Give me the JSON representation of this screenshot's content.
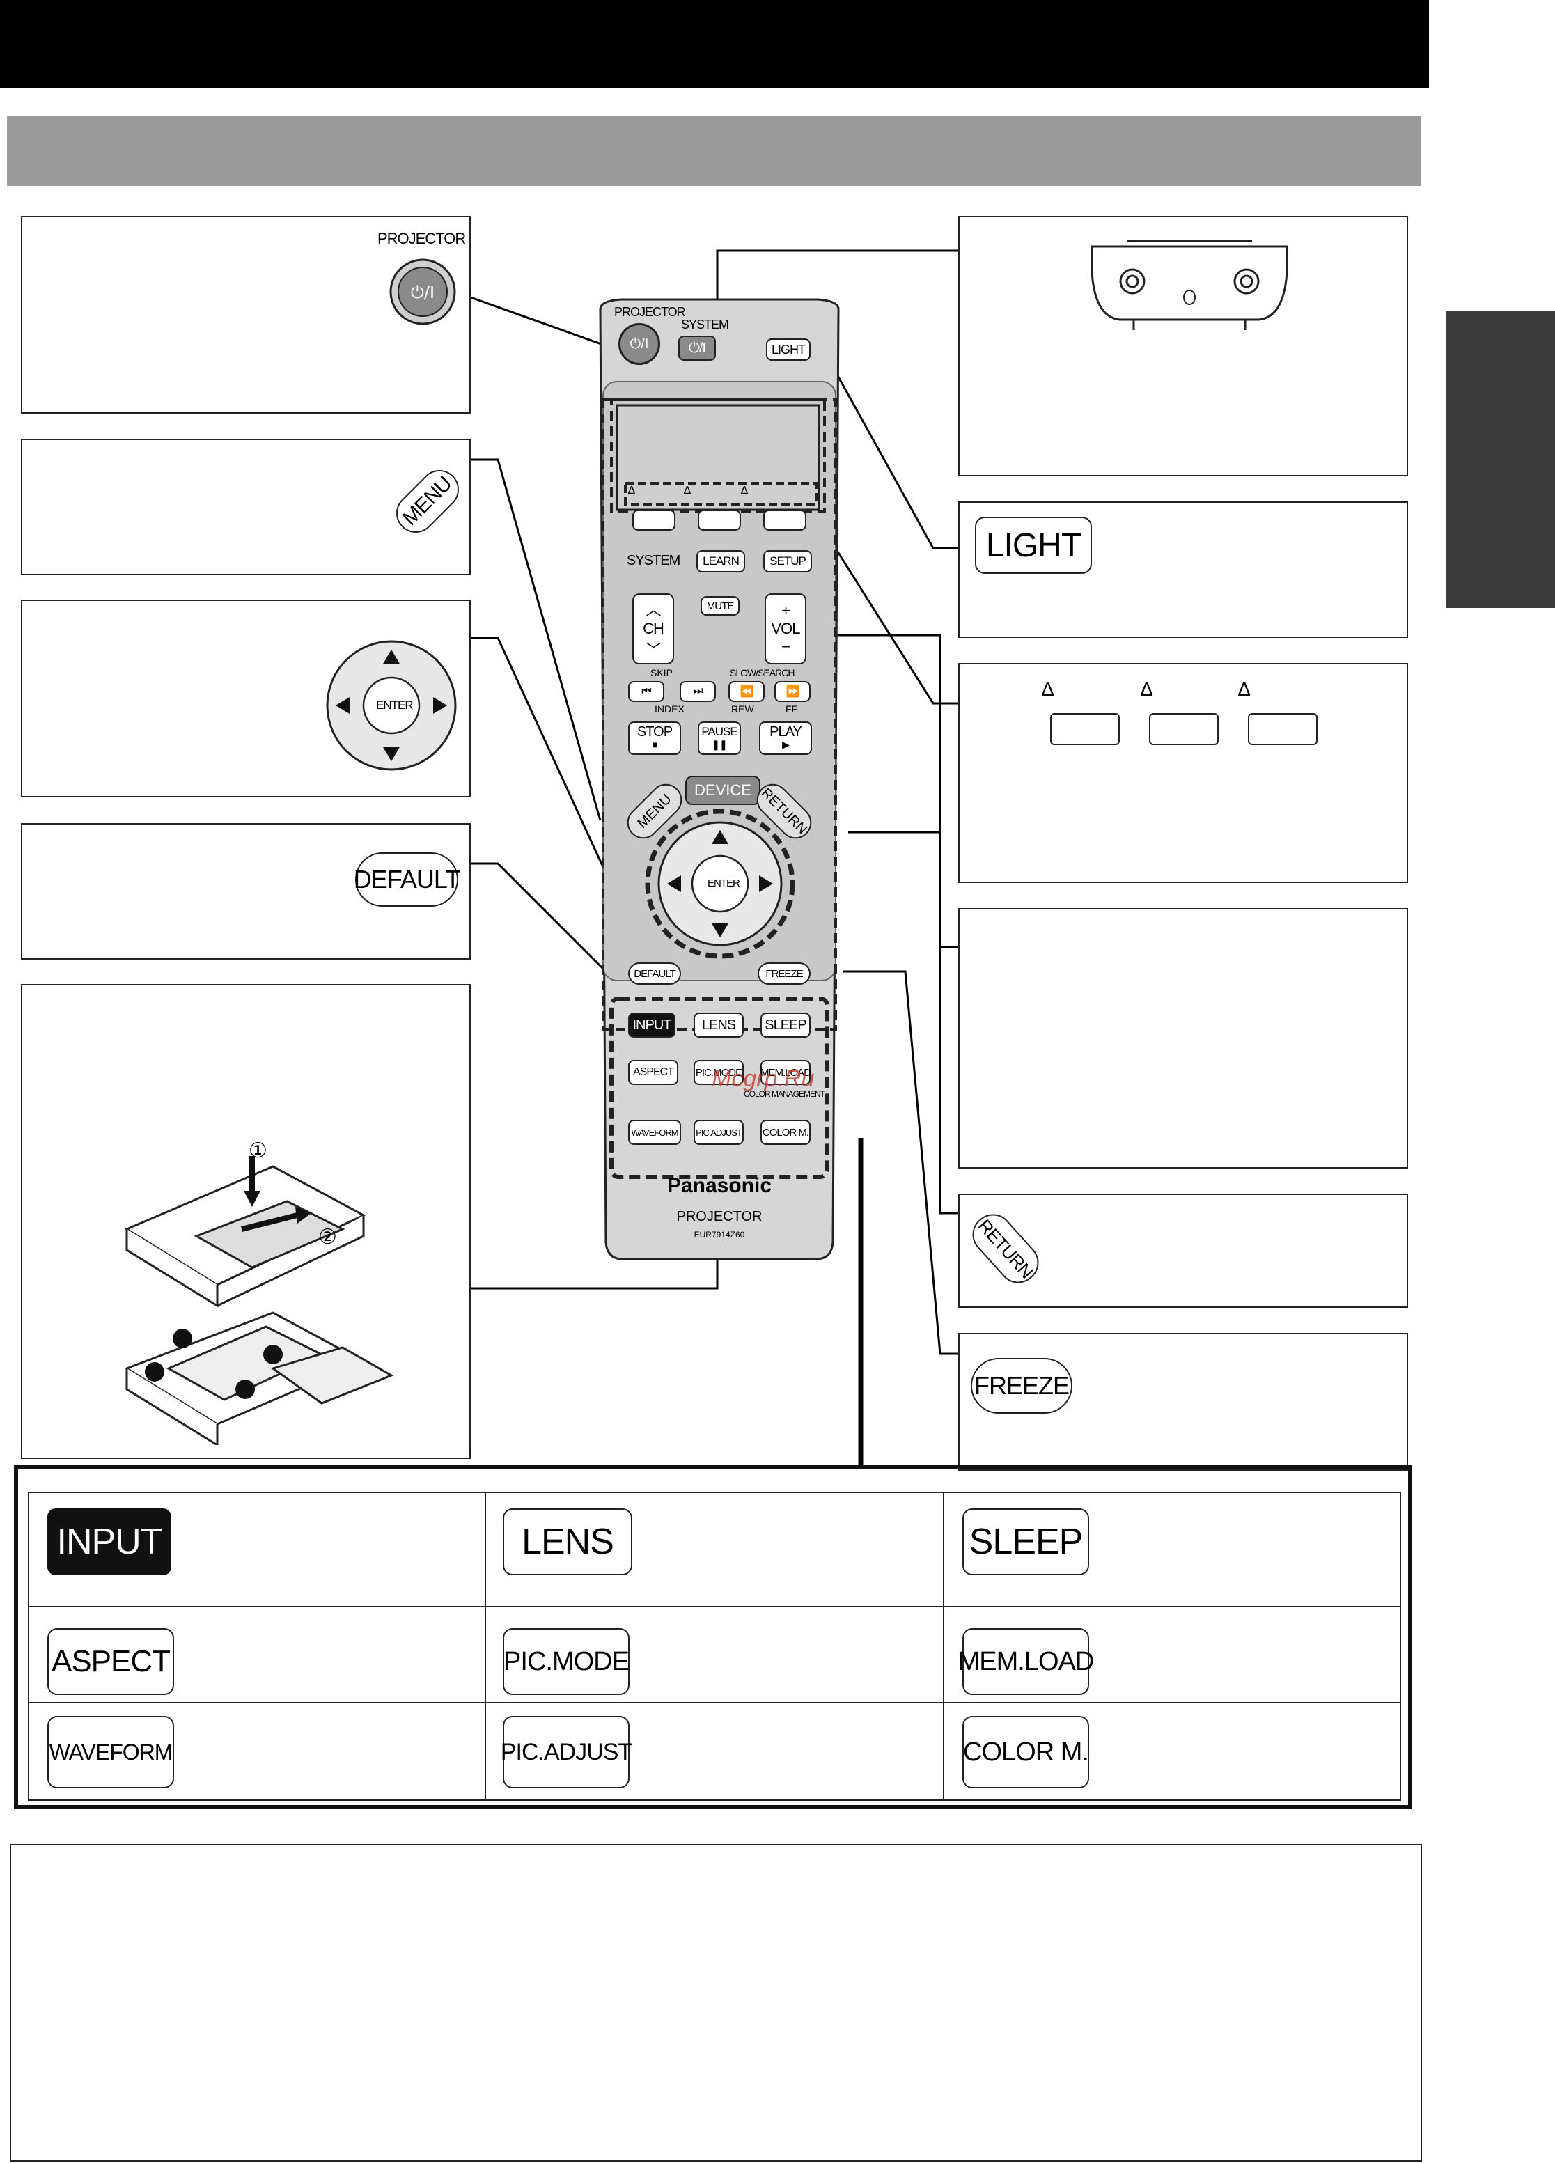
{
  "remote": {
    "projector_label": "PROJECTOR",
    "system_label": "SYSTEM",
    "light_label": "LIGHT",
    "system_bar_label": "SYSTEM",
    "learn_label": "LEARN",
    "setup_label": "SETUP",
    "ch_label": "CH",
    "mute_label": "MUTE",
    "vol_label": "VOL",
    "skip_label": "SKIP",
    "index_label": "INDEX",
    "slow_search_label": "SLOW/SEARCH",
    "rew_label": "REW",
    "ff_label": "FF",
    "stop_label": "STOP",
    "pause_label": "PAUSE",
    "play_label": "PLAY",
    "menu_label": "MENU",
    "device_label": "DEVICE",
    "return_label": "RETURN",
    "enter_label": "ENTER",
    "default_label": "DEFAULT",
    "freeze_label": "FREEZE",
    "input_label": "INPUT",
    "lens_label": "LENS",
    "sleep_label": "SLEEP",
    "aspect_label": "ASPECT",
    "picmode_label": "PIC.MODE",
    "memload_label": "MEM.LOAD",
    "color_management_label": "COLOR MANAGEMENT",
    "waveform_label": "WAVEFORM",
    "picadjust_label": "PIC.ADJUST",
    "colorm_label": "COLOR M.",
    "brand": "Panasonic",
    "model_type": "PROJECTOR",
    "model_number": "EUR7914Z60"
  },
  "callouts": {
    "projector_label": "PROJECTOR",
    "menu_label": "MENU",
    "enter_label": "ENTER",
    "default_label": "DEFAULT",
    "light_label": "LIGHT",
    "return_label": "RETURN",
    "freeze_label": "FREEZE",
    "battery_step_1": "①",
    "battery_step_2": "②"
  },
  "function_table": [
    [
      "INPUT",
      "LENS",
      "SLEEP"
    ],
    [
      "ASPECT",
      "PIC.MODE",
      "MEM.LOAD"
    ],
    [
      "WAVEFORM",
      "PIC.ADJUST",
      "COLOR M."
    ]
  ],
  "watermark": "Mcgrp.Ru",
  "colors": {
    "header_bar": "#000000",
    "section_bar": "#9b9b9b",
    "side_tab": "#3b3b3b",
    "watermark": "#c0392b"
  }
}
